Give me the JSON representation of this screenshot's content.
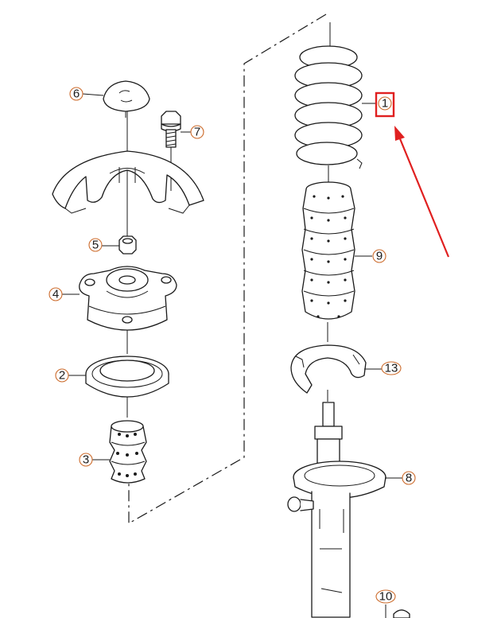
{
  "diagram": {
    "callouts": [
      {
        "id": "c1",
        "label": "1",
        "highlighted": true
      },
      {
        "id": "c2",
        "label": "2"
      },
      {
        "id": "c3",
        "label": "3"
      },
      {
        "id": "c4",
        "label": "4"
      },
      {
        "id": "c5",
        "label": "5"
      },
      {
        "id": "c6",
        "label": "6"
      },
      {
        "id": "c7",
        "label": "7"
      },
      {
        "id": "c8",
        "label": "8"
      },
      {
        "id": "c9",
        "label": "9"
      },
      {
        "id": "c10",
        "label": "10"
      },
      {
        "id": "c13",
        "label": "13"
      }
    ],
    "colors": {
      "line": "#1a1a1a",
      "callout_ring": "#cc6a2a",
      "highlight_box": "#e02020",
      "arrow": "#e02020"
    }
  }
}
